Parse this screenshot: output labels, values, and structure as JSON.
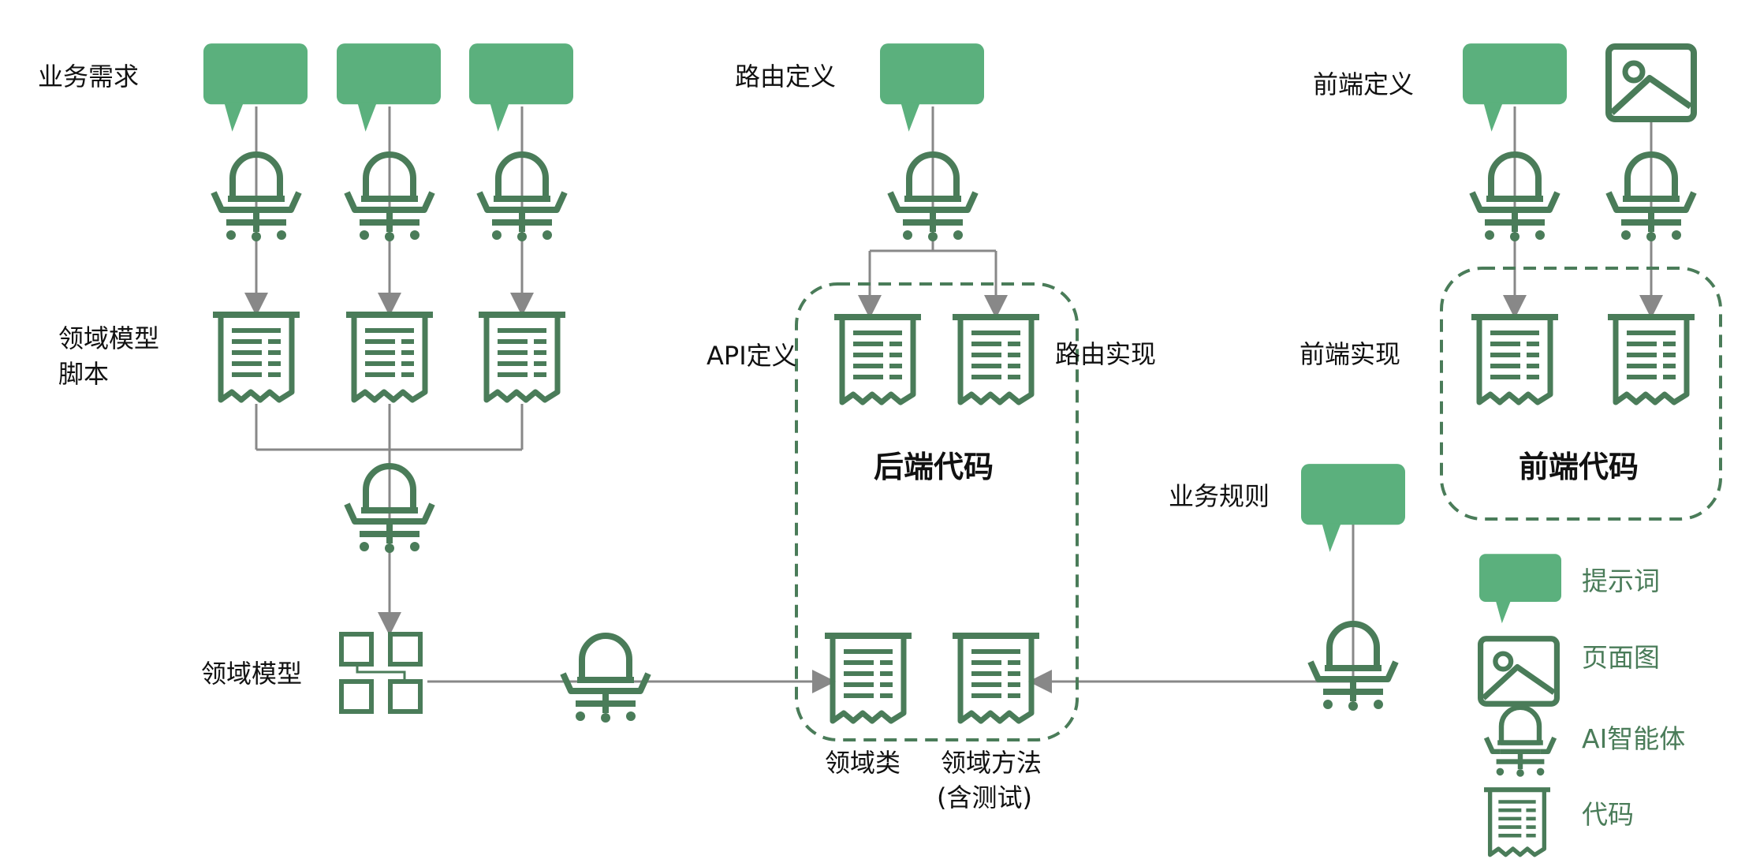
{
  "labels": {
    "business_requirements": "业务需求",
    "domain_model_script_line1": "领域模型",
    "domain_model_script_line2": "脚本",
    "domain_model": "领域模型",
    "route_definition": "路由定义",
    "api_definition": "API定义",
    "route_implementation": "路由实现",
    "backend_code": "后端代码",
    "domain_class": "领域类",
    "domain_method_line1": "领域方法",
    "domain_method_line2": "(含测试)",
    "frontend_definition": "前端定义",
    "frontend_implementation": "前端实现",
    "frontend_code": "前端代码",
    "business_rules": "业务规则"
  },
  "legend": {
    "prompt": "提示词",
    "page_image": "页面图",
    "ai_agent": "AI智能体",
    "code": "代码"
  },
  "colors": {
    "prompt_green": "#5bb07d",
    "icon_dark_green": "#4a7c59",
    "arrow_gray": "#888888"
  }
}
